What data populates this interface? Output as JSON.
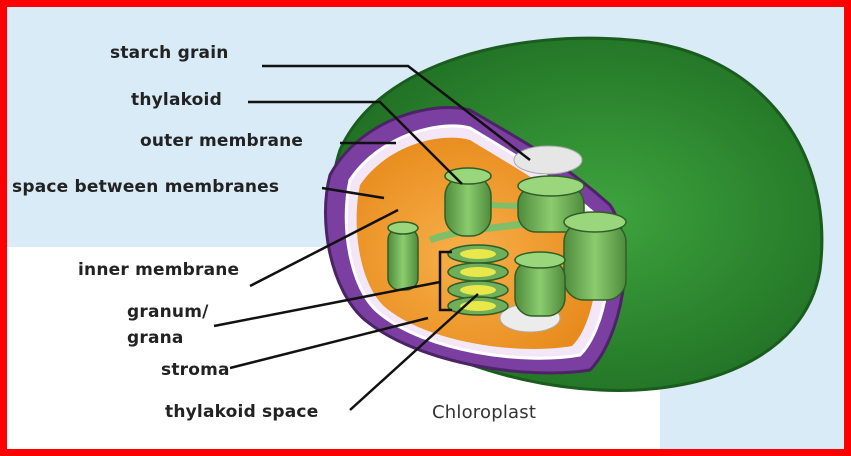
{
  "diagram": {
    "caption": "Chloroplast",
    "labels": {
      "starch_grain": "starch grain",
      "thylakoid": "thylakoid",
      "outer_membrane": "outer membrane",
      "space_between": "space between membranes",
      "inner_membrane": "inner membrane",
      "granum_line1": "granum/",
      "granum_line2": "grana",
      "stroma": "stroma",
      "thylakoid_space": "thylakoid space"
    },
    "colors": {
      "border": "#ff0000",
      "outer_membrane": "#2e8a2e",
      "intermembrane_space": "#7a3fa0",
      "stroma": "#f4a030",
      "thylakoid": "#6fae5a",
      "starch": "#e6e6e6",
      "background_tint": "#d8ebf6"
    }
  }
}
